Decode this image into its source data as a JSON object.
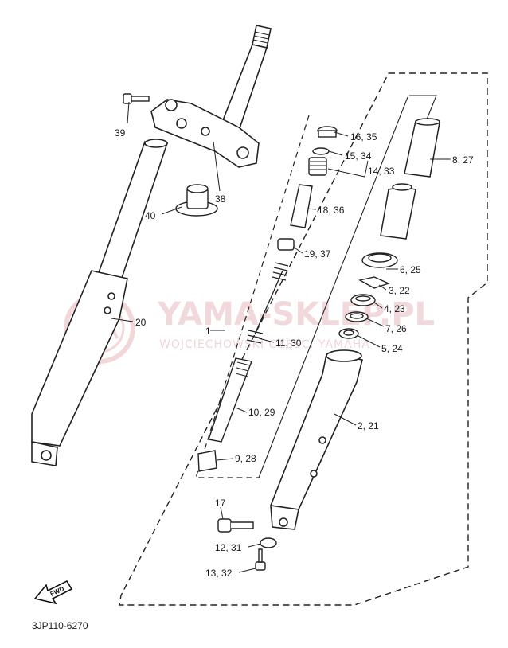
{
  "diagram": {
    "code": "3JP110-6270",
    "fwd_label": "FWD",
    "watermark": {
      "main": "YAMA-SKLEP.PL",
      "sub": "WOJCIECHOWSKI CZĘŚCI YAMAHA"
    },
    "callouts": [
      {
        "id": "c1",
        "text": "1"
      },
      {
        "id": "c39",
        "text": "39"
      },
      {
        "id": "c38",
        "text": "38"
      },
      {
        "id": "c40",
        "text": "40"
      },
      {
        "id": "c20",
        "text": "20"
      },
      {
        "id": "c16",
        "text": "16, 35"
      },
      {
        "id": "c15",
        "text": "15, 34"
      },
      {
        "id": "c14",
        "text": "14, 33"
      },
      {
        "id": "c8",
        "text": "8, 27"
      },
      {
        "id": "c18",
        "text": "18, 36"
      },
      {
        "id": "c19",
        "text": "19, 37"
      },
      {
        "id": "c6",
        "text": "6, 25"
      },
      {
        "id": "c3",
        "text": "3, 22"
      },
      {
        "id": "c4",
        "text": "4, 23"
      },
      {
        "id": "c7",
        "text": "7, 26"
      },
      {
        "id": "c11",
        "text": "11, 30"
      },
      {
        "id": "c5",
        "text": "5, 24"
      },
      {
        "id": "c10",
        "text": "10, 29"
      },
      {
        "id": "c2",
        "text": "2, 21"
      },
      {
        "id": "c9",
        "text": "9, 28"
      },
      {
        "id": "c17",
        "text": "17"
      },
      {
        "id": "c12",
        "text": "12, 31"
      },
      {
        "id": "c13",
        "text": "13, 32"
      }
    ]
  }
}
